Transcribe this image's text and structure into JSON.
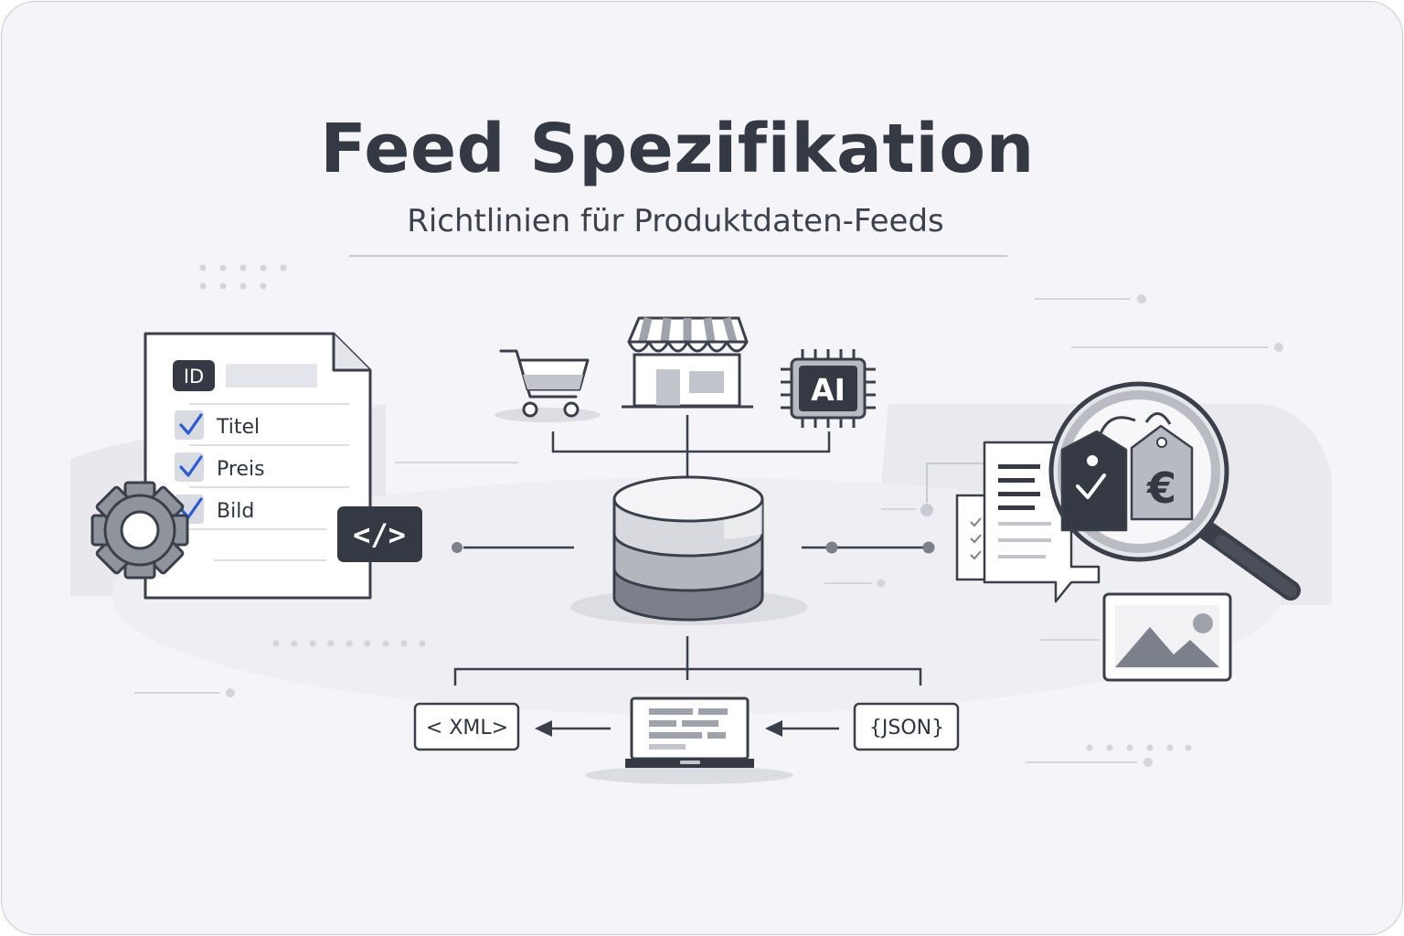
{
  "header": {
    "title": "Feed Spezifikation",
    "subtitle": "Richtlinien für Produktdaten-Feeds"
  },
  "document_card": {
    "id_label": "ID",
    "fields": [
      "Titel",
      "Preis",
      "Bild"
    ],
    "code_tag": "</>"
  },
  "channels": {
    "ai_chip_label": "AI"
  },
  "formats": {
    "xml_label": "< XML>",
    "json_label": "{JSON}"
  },
  "price_tag": {
    "currency_symbol": "€"
  },
  "icons": [
    "document-icon",
    "gear-icon",
    "code-icon",
    "shopping-cart-icon",
    "storefront-icon",
    "ai-chip-icon",
    "database-icon",
    "laptop-icon",
    "checklist-icon",
    "magnifier-icon",
    "price-tag-icon",
    "image-icon"
  ],
  "colors": {
    "background": "#f5f5f9",
    "ink": "#343944",
    "check_accent": "#2d5bd3",
    "muted": "#c9cbd2"
  }
}
